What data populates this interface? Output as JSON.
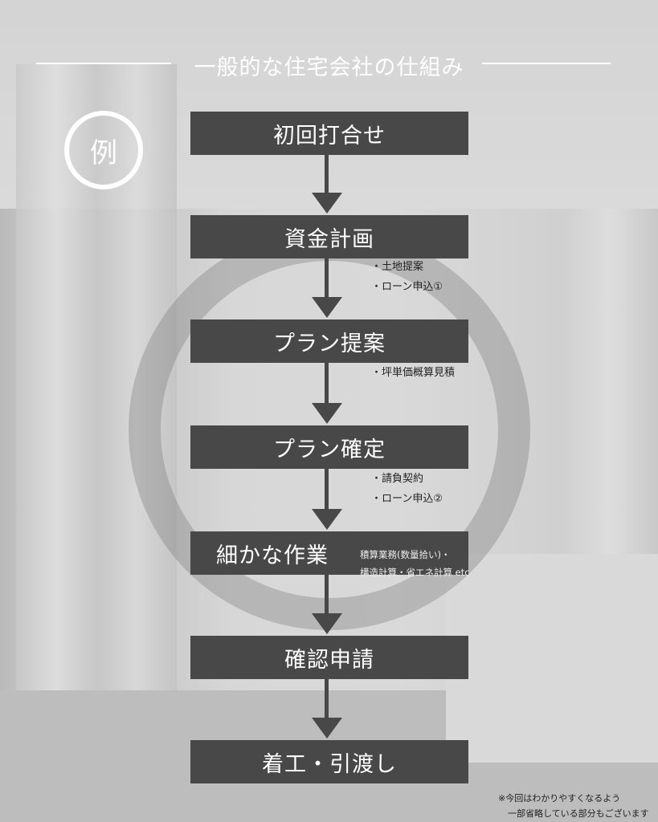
{
  "title": "一般的な住宅会社の仕組み",
  "badge": "例",
  "steps": [
    "初回打合せ",
    "資金計画",
    "プラン提案",
    "プラン確定",
    "細かな作業",
    "確認申請",
    "着工・引渡し"
  ],
  "notes": {
    "after_shikin": [
      "・土地提案",
      "・ローン申込①"
    ],
    "after_plan_teian": [
      "・坪単価概算見積"
    ],
    "after_plan_kakutei": [
      "・請負契約",
      "・ローン申込②"
    ],
    "inline_work": [
      "積算業務(数量拾い)・",
      "構造計算・省エネ計算 etc"
    ]
  },
  "footnote": [
    "※今回はわかりやすくなるよう",
    "一部省略している部分もございます"
  ],
  "colors": {
    "box": "#484848",
    "text": "#ffffff"
  }
}
